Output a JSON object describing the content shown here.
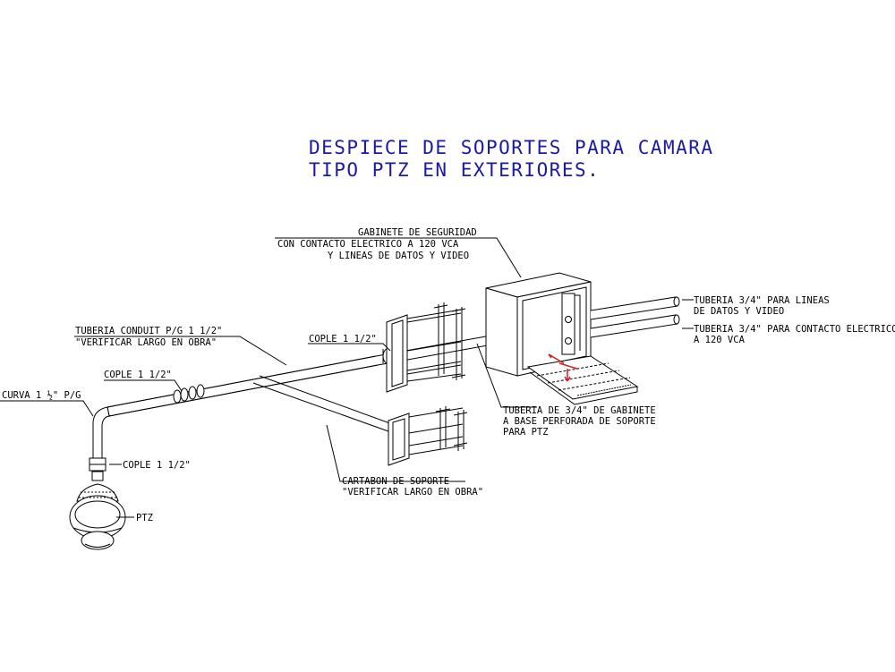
{
  "title": {
    "line1": "DESPIECE DE SOPORTES PARA CAMARA",
    "line2": "TIPO PTZ EN EXTERIORES."
  },
  "labels": {
    "gabinete_1": "GABINETE DE SEGURIDAD",
    "gabinete_2": "CON CONTACTO  ELECTRICO A 120 VCA",
    "gabinete_3": "Y LINEAS DE DATOS Y VIDEO",
    "tuberia_datos_1": "TUBERIA 3/4\" PARA LINEAS",
    "tuberia_datos_2": "DE DATOS Y VIDEO",
    "tuberia_contacto_1": "TUBERIA 3/4\" PARA CONTACTO ELECTRICO",
    "tuberia_contacto_2": "A 120 VCA",
    "conduit_1": "TUBERIA CONDUIT P/G 1 1/2\"",
    "conduit_2": "\"VERIFICAR LARGO EN OBRA\"",
    "cople_upper": "COPLE 1 1/2\"",
    "cople_mid": "COPLE 1 1/2\"",
    "curva": "CURVA 1 ½\" P/G",
    "cople_lower": "COPLE 1 1/2\"",
    "ptz": "PTZ",
    "tuberia_gabinete_1": "TUBERIA DE 3/4\" DE GABINETE",
    "tuberia_gabinete_2": "A BASE PERFORADA DE SOPORTE",
    "tuberia_gabinete_3": "PARA PTZ",
    "cartabon_1": "CARTABON DE SOPORTE",
    "cartabon_2": "\"VERIFICAR LARGO EN OBRA\""
  },
  "colors": {
    "title": "#1a1aa6",
    "lines": "#000000",
    "marker": "#d42020",
    "background": "#ffffff"
  }
}
